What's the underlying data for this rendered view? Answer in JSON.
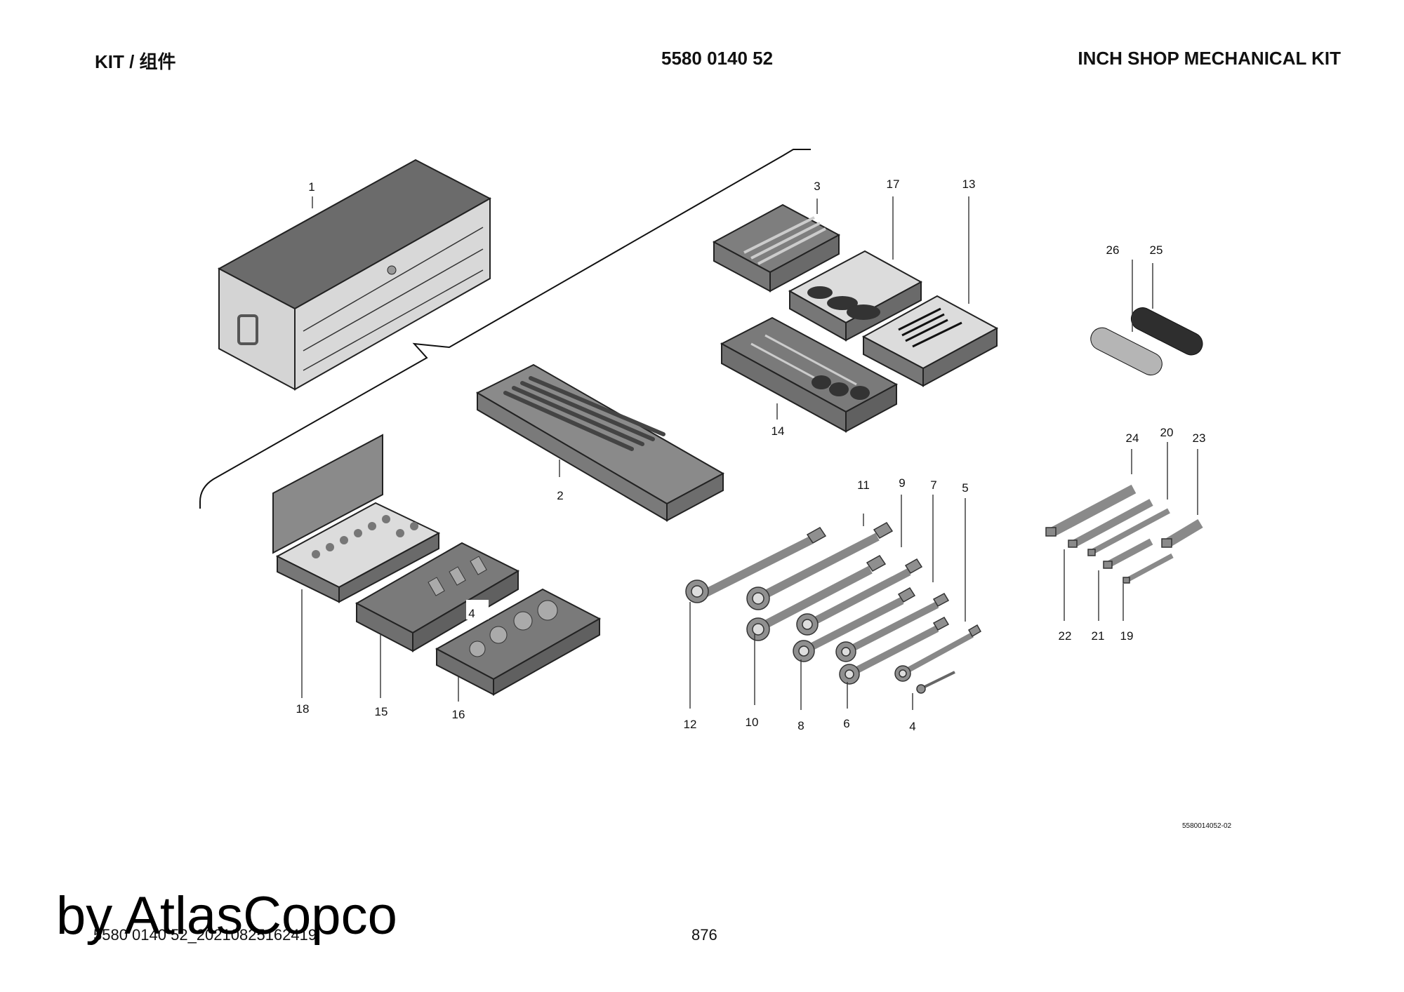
{
  "header": {
    "left": "KIT / 组件",
    "center": "5580 0140 52",
    "right": "INCH SHOP MECHANICAL KIT"
  },
  "callouts": {
    "c1": "1",
    "c2": "2",
    "c3": "3",
    "c4_tray": "4",
    "c4_wrench": "4",
    "c5": "5",
    "c6": "6",
    "c7": "7",
    "c8": "8",
    "c9": "9",
    "c10": "10",
    "c11": "11",
    "c12": "12",
    "c13": "13",
    "c14": "14",
    "c15": "15",
    "c16": "16",
    "c17": "17",
    "c18": "18",
    "c19": "19",
    "c20": "20",
    "c21": "21",
    "c22": "22",
    "c23": "23",
    "c24": "24",
    "c25": "25",
    "c26": "26"
  },
  "figure_code": "5580014052-02",
  "footer": {
    "drawing_code": "5580 0140 52_20210825162419",
    "page_number": "876",
    "watermark": "by AtlasCopco"
  }
}
